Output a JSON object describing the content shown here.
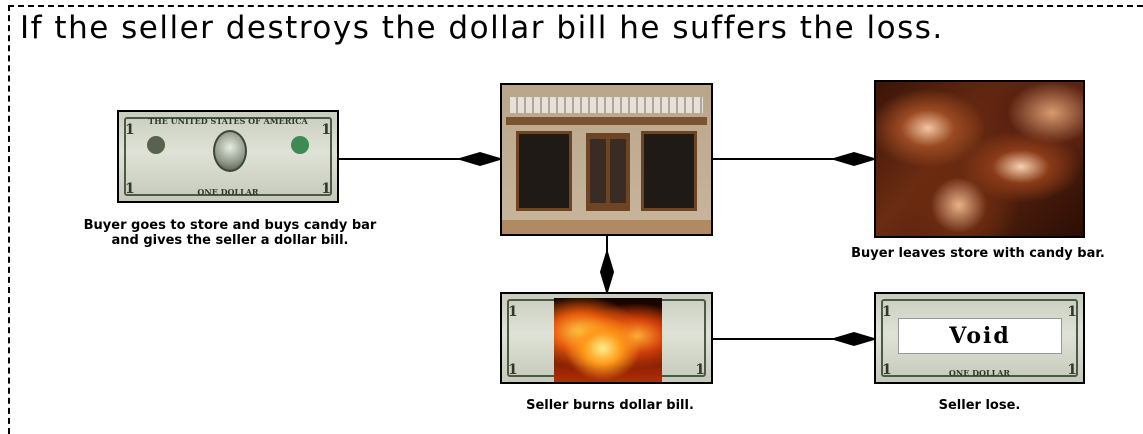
{
  "title": "If the seller destroys the dollar bill he suffers the loss.",
  "nodes": {
    "buyer_pays": {
      "caption_line1": "Buyer goes to store and buys candy bar",
      "caption_line2": "and gives the seller a dollar bill.",
      "bill_header": "THE UNITED STATES OF AMERICA",
      "bill_footer": "ONE DOLLAR",
      "denomination": "1"
    },
    "store": {
      "image": "storefront"
    },
    "candy": {
      "caption": "Buyer leaves store with candy bar.",
      "image": "melted chocolate swirl"
    },
    "burn": {
      "caption": "Seller burns dollar bill.",
      "image": "dollar bill with flames"
    },
    "void": {
      "caption": "Seller lose.",
      "stamp": "Void",
      "bill_footer": "ONE DOLLAR",
      "denomination": "1"
    }
  },
  "connector_color": "#000000"
}
